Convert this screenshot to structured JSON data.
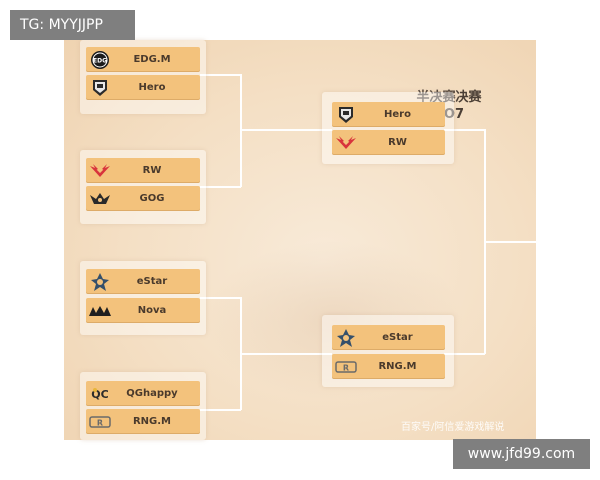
{
  "watermarks": {
    "top_left": "TG: MYYJJPP",
    "bottom_right": "www.jfd99.com",
    "credit": "百家号/阿信爱游戏解说"
  },
  "bracket": {
    "stage_title_line1": "半决赛决赛",
    "stage_title_line2": "BO7",
    "round1": [
      {
        "team_a": "EDG.M",
        "logo_a": "edg-logo-icon",
        "team_b": "Hero",
        "logo_b": "hero-logo-icon"
      },
      {
        "team_a": "RW",
        "logo_a": "rw-logo-icon",
        "team_b": "GOG",
        "logo_b": "gog-logo-icon"
      },
      {
        "team_a": "eStar",
        "logo_a": "estar-logo-icon",
        "team_b": "Nova",
        "logo_b": "nova-logo-icon"
      },
      {
        "team_a": "QGhappy",
        "logo_a": "qghappy-logo-icon",
        "team_b": "RNG.M",
        "logo_b": "rng-logo-icon"
      }
    ],
    "semifinals": [
      {
        "team_a": "Hero",
        "logo_a": "hero-logo-icon",
        "team_b": "RW",
        "logo_b": "rw-logo-icon"
      },
      {
        "team_a": "eStar",
        "logo_a": "estar-logo-icon",
        "team_b": "RNG.M",
        "logo_b": "rng-logo-icon"
      }
    ]
  },
  "colors": {
    "slot": "#f3c27c",
    "text": "#4a3a2c",
    "connector": "#ffffff",
    "background": "#f4dfc4"
  }
}
